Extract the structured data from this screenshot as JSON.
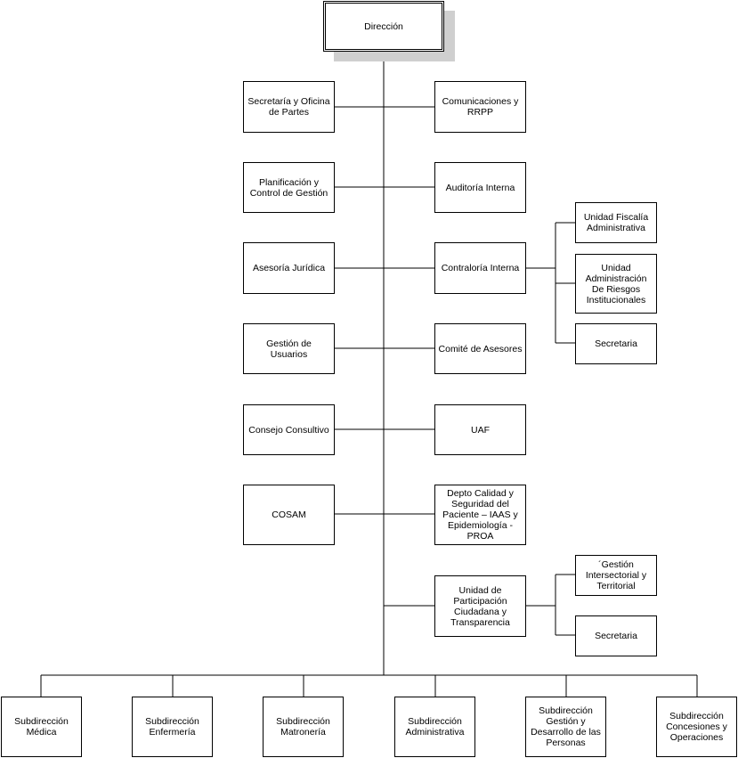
{
  "org": {
    "root": "Dirección",
    "left": [
      "Secretaría y Oficina\nde Partes",
      "Planificación y\nControl de Gestión",
      "Asesoría Jurídica",
      "Gestión de Usuarios",
      "Consejo Consultivo",
      "COSAM"
    ],
    "right": [
      "Comunicaciones y\nRRPP",
      "Auditoría Interna",
      "Contraloría Interna",
      "Comité de Asesores",
      "UAF",
      "Depto Calidad y\nSeguridad del\nPaciente – IAAS y\nEpidemiología -\nPROA",
      "Unidad de\nParticipación\nCiudadana y\nTransparencia"
    ],
    "contraloria_children": [
      "Unidad Fiscalía\nAdministrativa",
      "Unidad\nAdministración\nDe Riesgos\nInstitucionales",
      "Secretaria"
    ],
    "participacion_children": [
      "´Gestión\nIntersectorial y\nTerritorial",
      "Secretaria"
    ],
    "subdirecciones": [
      "Subdirección\nMédica",
      "Subdirección\nEnfermería",
      "Subdirección\nMatronería",
      "Subdirección\nAdministrativa",
      "Subdirección\nGestión y\nDesarrollo de las\nPersonas",
      "Subdirección\nConcesiones y\nOperaciones"
    ]
  }
}
